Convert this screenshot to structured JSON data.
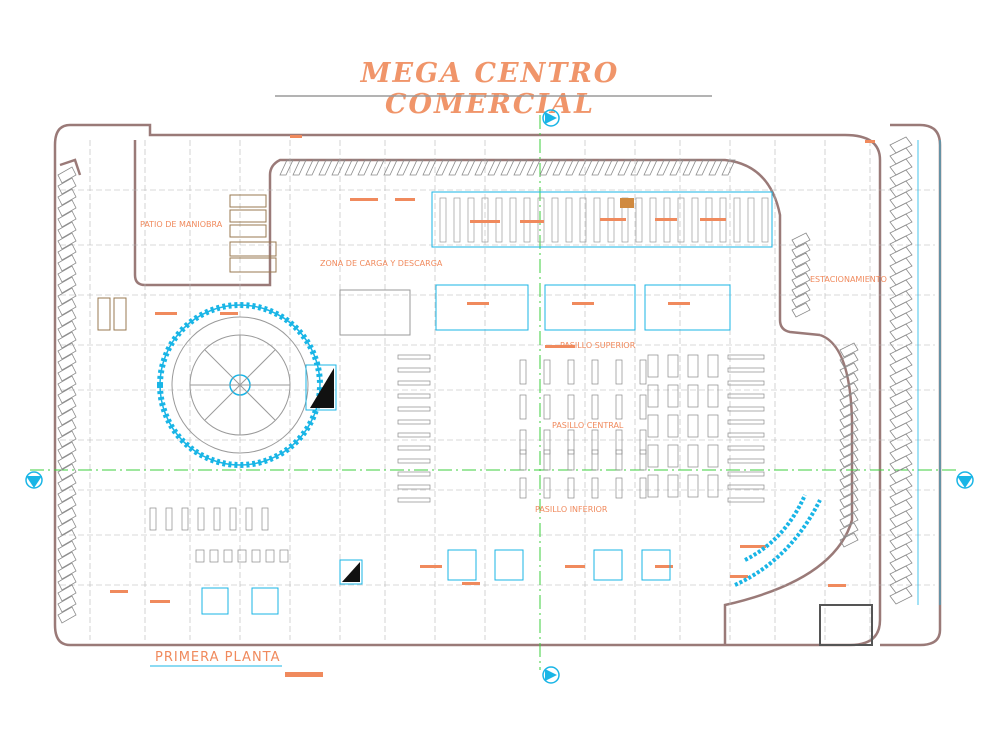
{
  "drawing": {
    "title": "MEGA CENTRO COMERCIAL",
    "sheet_label": "PRIMERA PLANTA"
  },
  "zones": {
    "patio_maniobras": "PATIO DE MANIOBRA",
    "zona_carga": "ZONA DE CARGA Y DESCARGA",
    "estacionamiento": "ESTACIONAMIENTO",
    "pasillo_superior": "PASILLO SUPERIOR",
    "pasillo_central": "PASILLO CENTRAL",
    "pasillo_inferior": "PASILLO INFERIOR"
  },
  "colors": {
    "outline": "#9a7a78",
    "axis_green": "#3ccf3c",
    "cyan": "#19b5e6",
    "coral": "#f08a5d",
    "fixture_gray": "#8a8a8a"
  }
}
